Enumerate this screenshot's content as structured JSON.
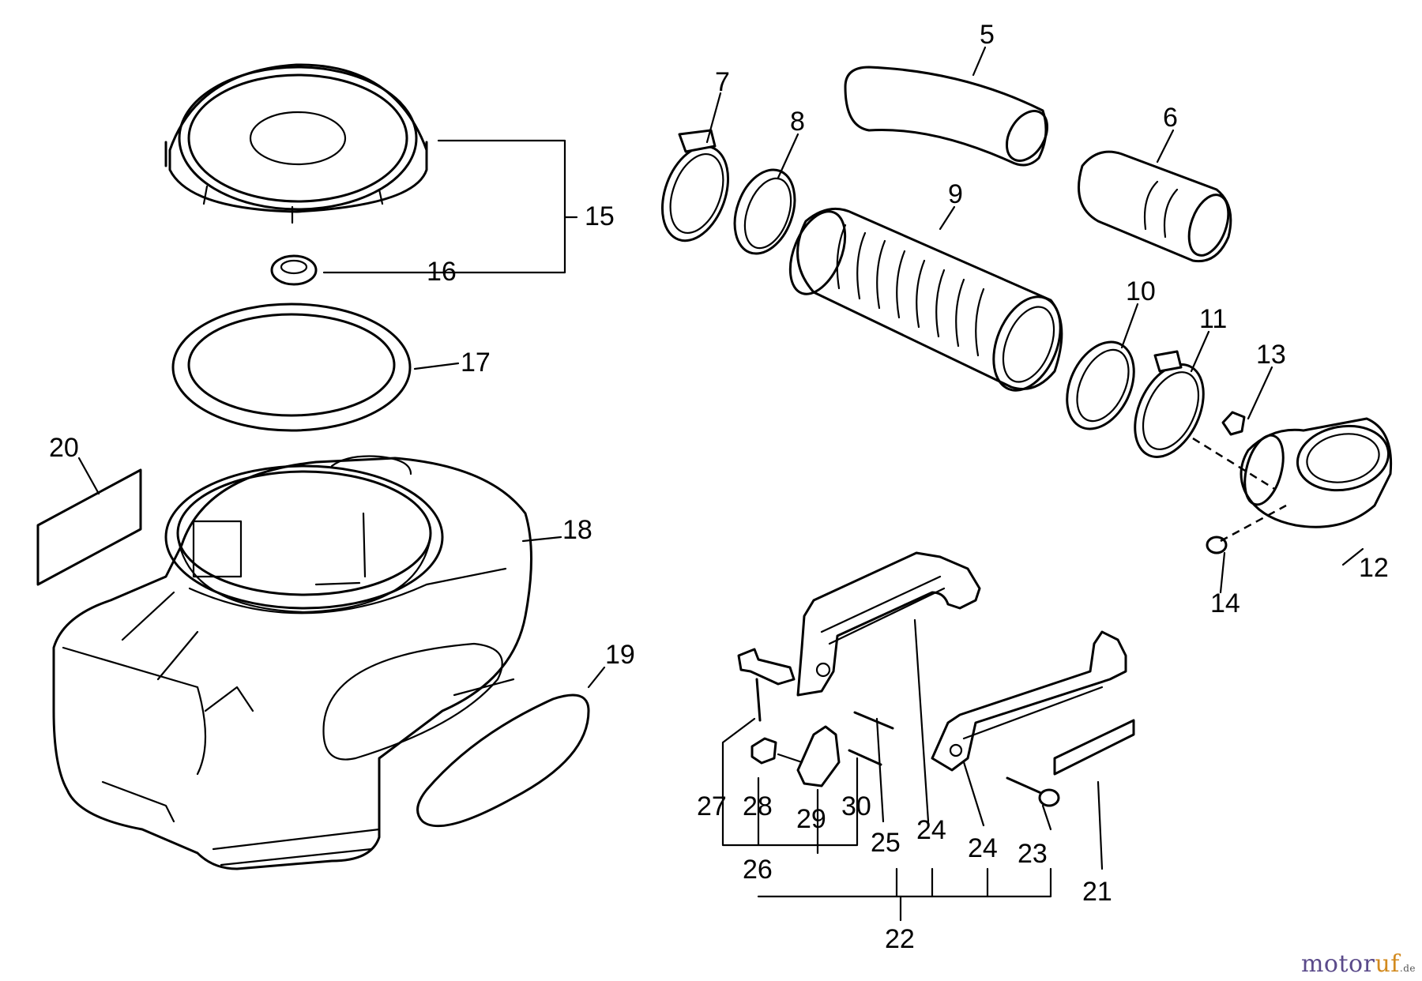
{
  "labels": {
    "p5": "5",
    "p6": "6",
    "p7": "7",
    "p8": "8",
    "p9": "9",
    "p10": "10",
    "p11": "11",
    "p12": "12",
    "p13": "13",
    "p14": "14",
    "p15": "15",
    "p16": "16",
    "p17": "17",
    "p18": "18",
    "p19": "19",
    "p20": "20",
    "p21": "21",
    "p22": "22",
    "p23": "23",
    "p24a": "24",
    "p24b": "24",
    "p25": "25",
    "p26": "26",
    "p27": "27",
    "p28": "28",
    "p29": "29",
    "p30": "30"
  },
  "watermark": {
    "main": "motor",
    "accent": "uf",
    "tld": ".de"
  }
}
